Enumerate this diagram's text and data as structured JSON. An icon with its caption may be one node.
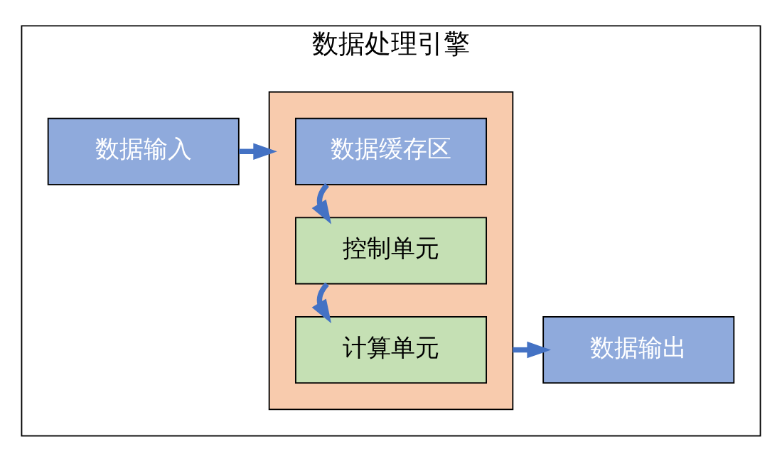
{
  "diagram": {
    "nodes": [
      {
        "text": [
          "数据处理引擎"
        ]
      },
      {
        "text": [
          "数据输入"
        ],
        "in": 0
      },
      {
        "text": [],
        "shape": "box",
        "in": 0
      },
      {
        "text": [
          "数据缓存区"
        ],
        "in": 2
      },
      {
        "text": [
          "控制单元"
        ],
        "in": 2
      },
      {
        "text": [
          "计算单元"
        ],
        "in": 2
      },
      {
        "text": [
          "数据输出"
        ],
        "in": 0
      }
    ],
    "edges": [
      {
        "from": 1,
        "to": 2,
        "arrow": "to"
      },
      {
        "from": 3,
        "to": 4,
        "arrow": "to"
      },
      {
        "from": 4,
        "to": 5,
        "arrow": "to"
      },
      {
        "from": 2,
        "to": 6,
        "arrow": "to"
      }
    ]
  }
}
